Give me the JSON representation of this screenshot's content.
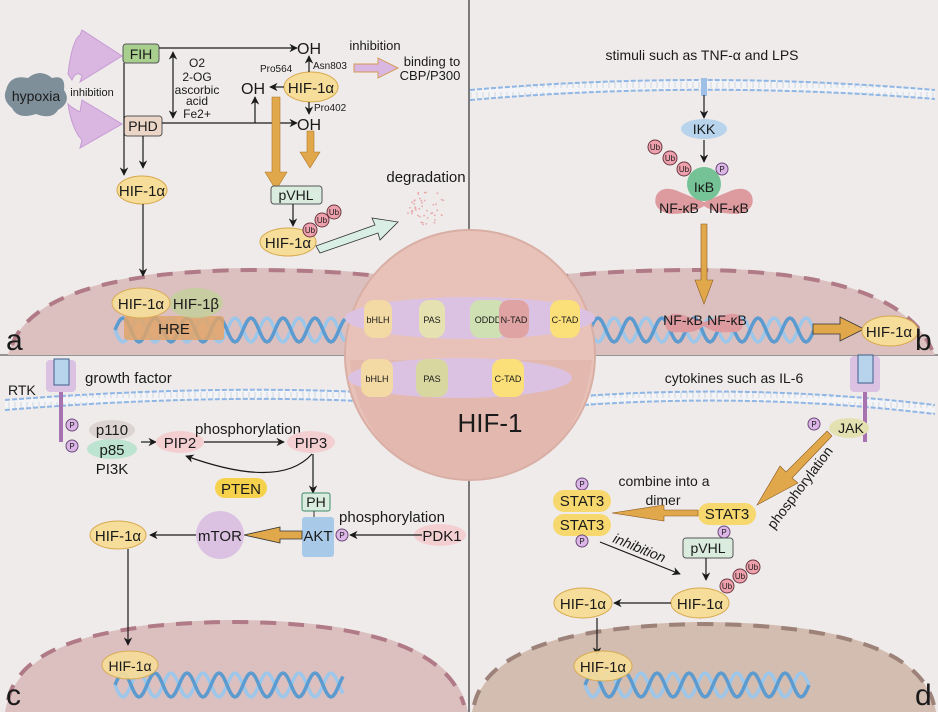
{
  "figure": {
    "title": "HIF-1",
    "panel_labels": {
      "a": "a",
      "b": "b",
      "c": "c",
      "d": "d"
    },
    "colors": {
      "background": "#efebeb",
      "nucleus": "#dcc0c0",
      "nucleus_d": "#d3bcb0",
      "nucleus_border": "#b07a86",
      "hif_yellow": "#f6dd9a",
      "hif_border": "#d7a94d",
      "orange_arrow": "#e0a84a",
      "pink": "#f1c6c9",
      "ub": "#eea1ac",
      "p_purple": "#dcb6e6",
      "green_box": "#d9ecde",
      "membrane": "#8fb6e4",
      "center_circle": "#e8c2b8"
    }
  },
  "panel_a": {
    "hypoxia": "hypoxia",
    "inhibition_left": "inhibition",
    "fih": "FIH",
    "phd": "PHD",
    "cofactors": [
      "O2",
      "2-OG",
      "ascorbic",
      "acid",
      "Fe2+"
    ],
    "oh": "OH",
    "pro564": "Pro564",
    "pro402": "Pro402",
    "asn803": "Asn803",
    "hif1a": "HIF-1α",
    "hif1b": "HIF-1β",
    "hre": "HRE",
    "inhibition_right": "inhibition",
    "binding": [
      "binding to",
      "CBP/P300"
    ],
    "pvhl": "pVHL",
    "ub": "Ub",
    "degradation": "degradation"
  },
  "panel_b": {
    "stimuli": "stimuli such as TNF-α and LPS",
    "ikk": "IKK",
    "ikb": "IκB",
    "nfkb": "NF-κB",
    "ub": "Ub",
    "p": "P",
    "hif1a": "HIF-1α"
  },
  "panel_c": {
    "rtk": "RTK",
    "growth_factor": "growth factor",
    "p110": "p110",
    "p85": "p85",
    "pi3k": "PI3K",
    "pip2": "PIP2",
    "pip3": "PIP3",
    "phosphorylation_top": "phosphorylation",
    "pten": "PTEN",
    "ph": "PH",
    "akt": "AKT",
    "phosphorylation_bottom": "phosphorylation",
    "pdk1": "PDK1",
    "mtor": "mTOR",
    "hif1a": "HIF-1α",
    "p": "P"
  },
  "panel_d": {
    "cytokines": "cytokines such as IL-6",
    "jak": "JAK",
    "phosphorylation": "phosphorylation",
    "stat3": "STAT3",
    "combine": [
      "combine into a",
      "dimer"
    ],
    "inhibition": "inhibition",
    "pvhl": "pVHL",
    "hif1a": "HIF-1α",
    "ub": "Ub",
    "p": "P"
  },
  "center": {
    "label": "HIF-1",
    "alpha_domains": [
      "bHLH",
      "PAS",
      "ODDD",
      "N-TAD",
      "C-TAD"
    ],
    "beta_domains": [
      "bHLH",
      "PAS",
      "C-TAD"
    ]
  }
}
